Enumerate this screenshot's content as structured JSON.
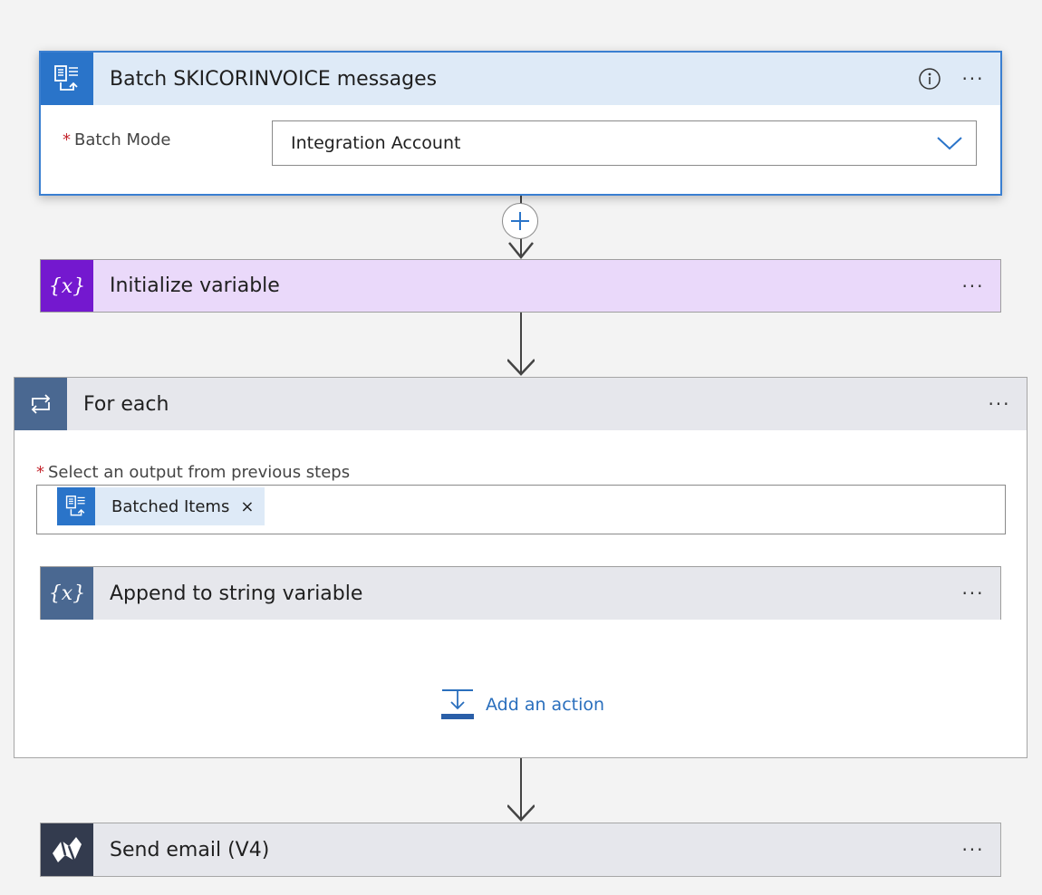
{
  "batch_step": {
    "title": "Batch SKICORINVOICE messages",
    "icon": "batch-icon",
    "field_label": "Batch Mode",
    "field_value": "Integration Account",
    "more": "···"
  },
  "init_var_step": {
    "title": "Initialize variable",
    "icon": "variable-icon",
    "more": "···"
  },
  "foreach_step": {
    "title": "For each",
    "icon": "loop-icon",
    "field_label": "Select an output from previous steps",
    "token_label": "Batched Items",
    "token_remove": "×",
    "more": "···",
    "add_action": "Add an action"
  },
  "append_step": {
    "title": "Append to string variable",
    "icon": "variable-icon",
    "more": "···"
  },
  "email_step": {
    "title": "Send email (V4)",
    "icon": "sendgrid-icon",
    "more": "···"
  },
  "required_mark": "*",
  "colors": {
    "batch_accent": "#2a74c9",
    "variable_accent": "#7418cf",
    "foreach_accent": "#4a6891",
    "email_accent": "#333b4e",
    "link": "#2a6fbd"
  }
}
